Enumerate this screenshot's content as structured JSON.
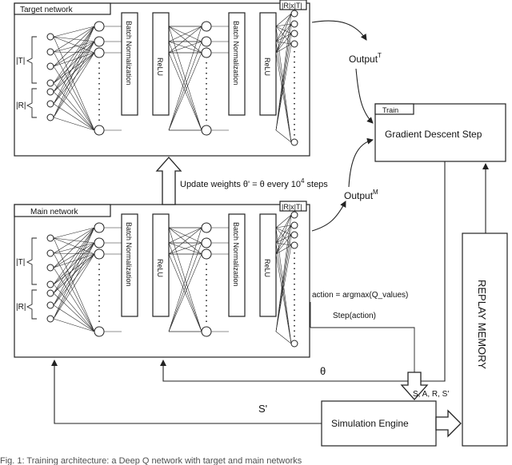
{
  "target_network": {
    "title": "Target network",
    "label_T": "|T|",
    "label_R": "|R|",
    "output_label": "|R|x|T|",
    "layers": {
      "batch_norm_1": "Batch Normalization",
      "relu_1": "ReLU",
      "batch_norm_2": "Batch Normalization",
      "relu_2": "ReLU"
    }
  },
  "main_network": {
    "title": "Main network",
    "label_T": "|T|",
    "label_R": "|R|",
    "output_label": "|R|x|T|",
    "layers": {
      "batch_norm_1": "Batch Normalization",
      "relu_1": "ReLU",
      "batch_norm_2": "Batch Normalization",
      "relu_2": "ReLU"
    }
  },
  "update_text": "Update weights θ' = θ every 10",
  "update_exp": "4",
  "update_suffix": " steps",
  "output_target": {
    "base": "Output",
    "sup": "T"
  },
  "output_main": {
    "base": "Output",
    "sup": "M"
  },
  "train": {
    "title": "Train",
    "step": "Gradient Descent Step"
  },
  "replay_memory": "REPLAY MEMORY",
  "simulation_engine": "Simulation Engine",
  "action_label": "action = argmax(Q_values)",
  "step_label": "Step(action)",
  "theta_label": "θ",
  "s_prime_label": "S'",
  "sars_label": "S, A, R, S'",
  "caption_fragment": "Fig. 1: Training architecture: a Deep Q network with target and main networks"
}
